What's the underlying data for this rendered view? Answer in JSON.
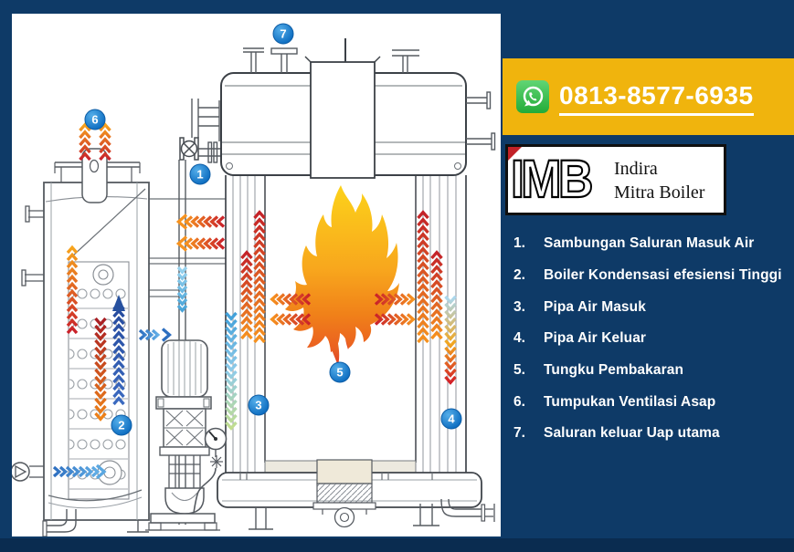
{
  "banner": {
    "phone": "0813-8577-6935",
    "icon": "whatsapp-icon"
  },
  "logo": {
    "monogram": "IMB",
    "name_line1": "Indira",
    "name_line2": "Mitra Boiler"
  },
  "parts_list": {
    "items": [
      {
        "num": "1.",
        "label": "Sambungan Saluran Masuk Air"
      },
      {
        "num": "2.",
        "label": "Boiler Kondensasi efesiensi Tinggi"
      },
      {
        "num": "3.",
        "label": "Pipa Air Masuk"
      },
      {
        "num": "4.",
        "label": "Pipa Air Keluar"
      },
      {
        "num": "5.",
        "label": "Tungku Pembakaran"
      },
      {
        "num": "6.",
        "label": "Tumpukan Ventilasi Asap"
      },
      {
        "num": "7.",
        "label": "Saluran keluar Uap utama"
      }
    ]
  },
  "diagram": {
    "markers": [
      "1",
      "2",
      "3",
      "4",
      "5",
      "6",
      "7"
    ]
  },
  "colors": {
    "background": "#0e3a67",
    "footer_band": "#0a2c50",
    "banner_yellow": "#f0b40d",
    "whatsapp_green": "#2db742",
    "marker_blue": "#1a82d4",
    "flame_yellow": "#fcd21a",
    "flame_orange": "#f08019",
    "flame_red": "#ea5c22",
    "arrow_red": "#c9202a",
    "arrow_orange": "#f6921e",
    "arrow_blue": "#3f9fd9",
    "text_white": "#ffffff"
  }
}
